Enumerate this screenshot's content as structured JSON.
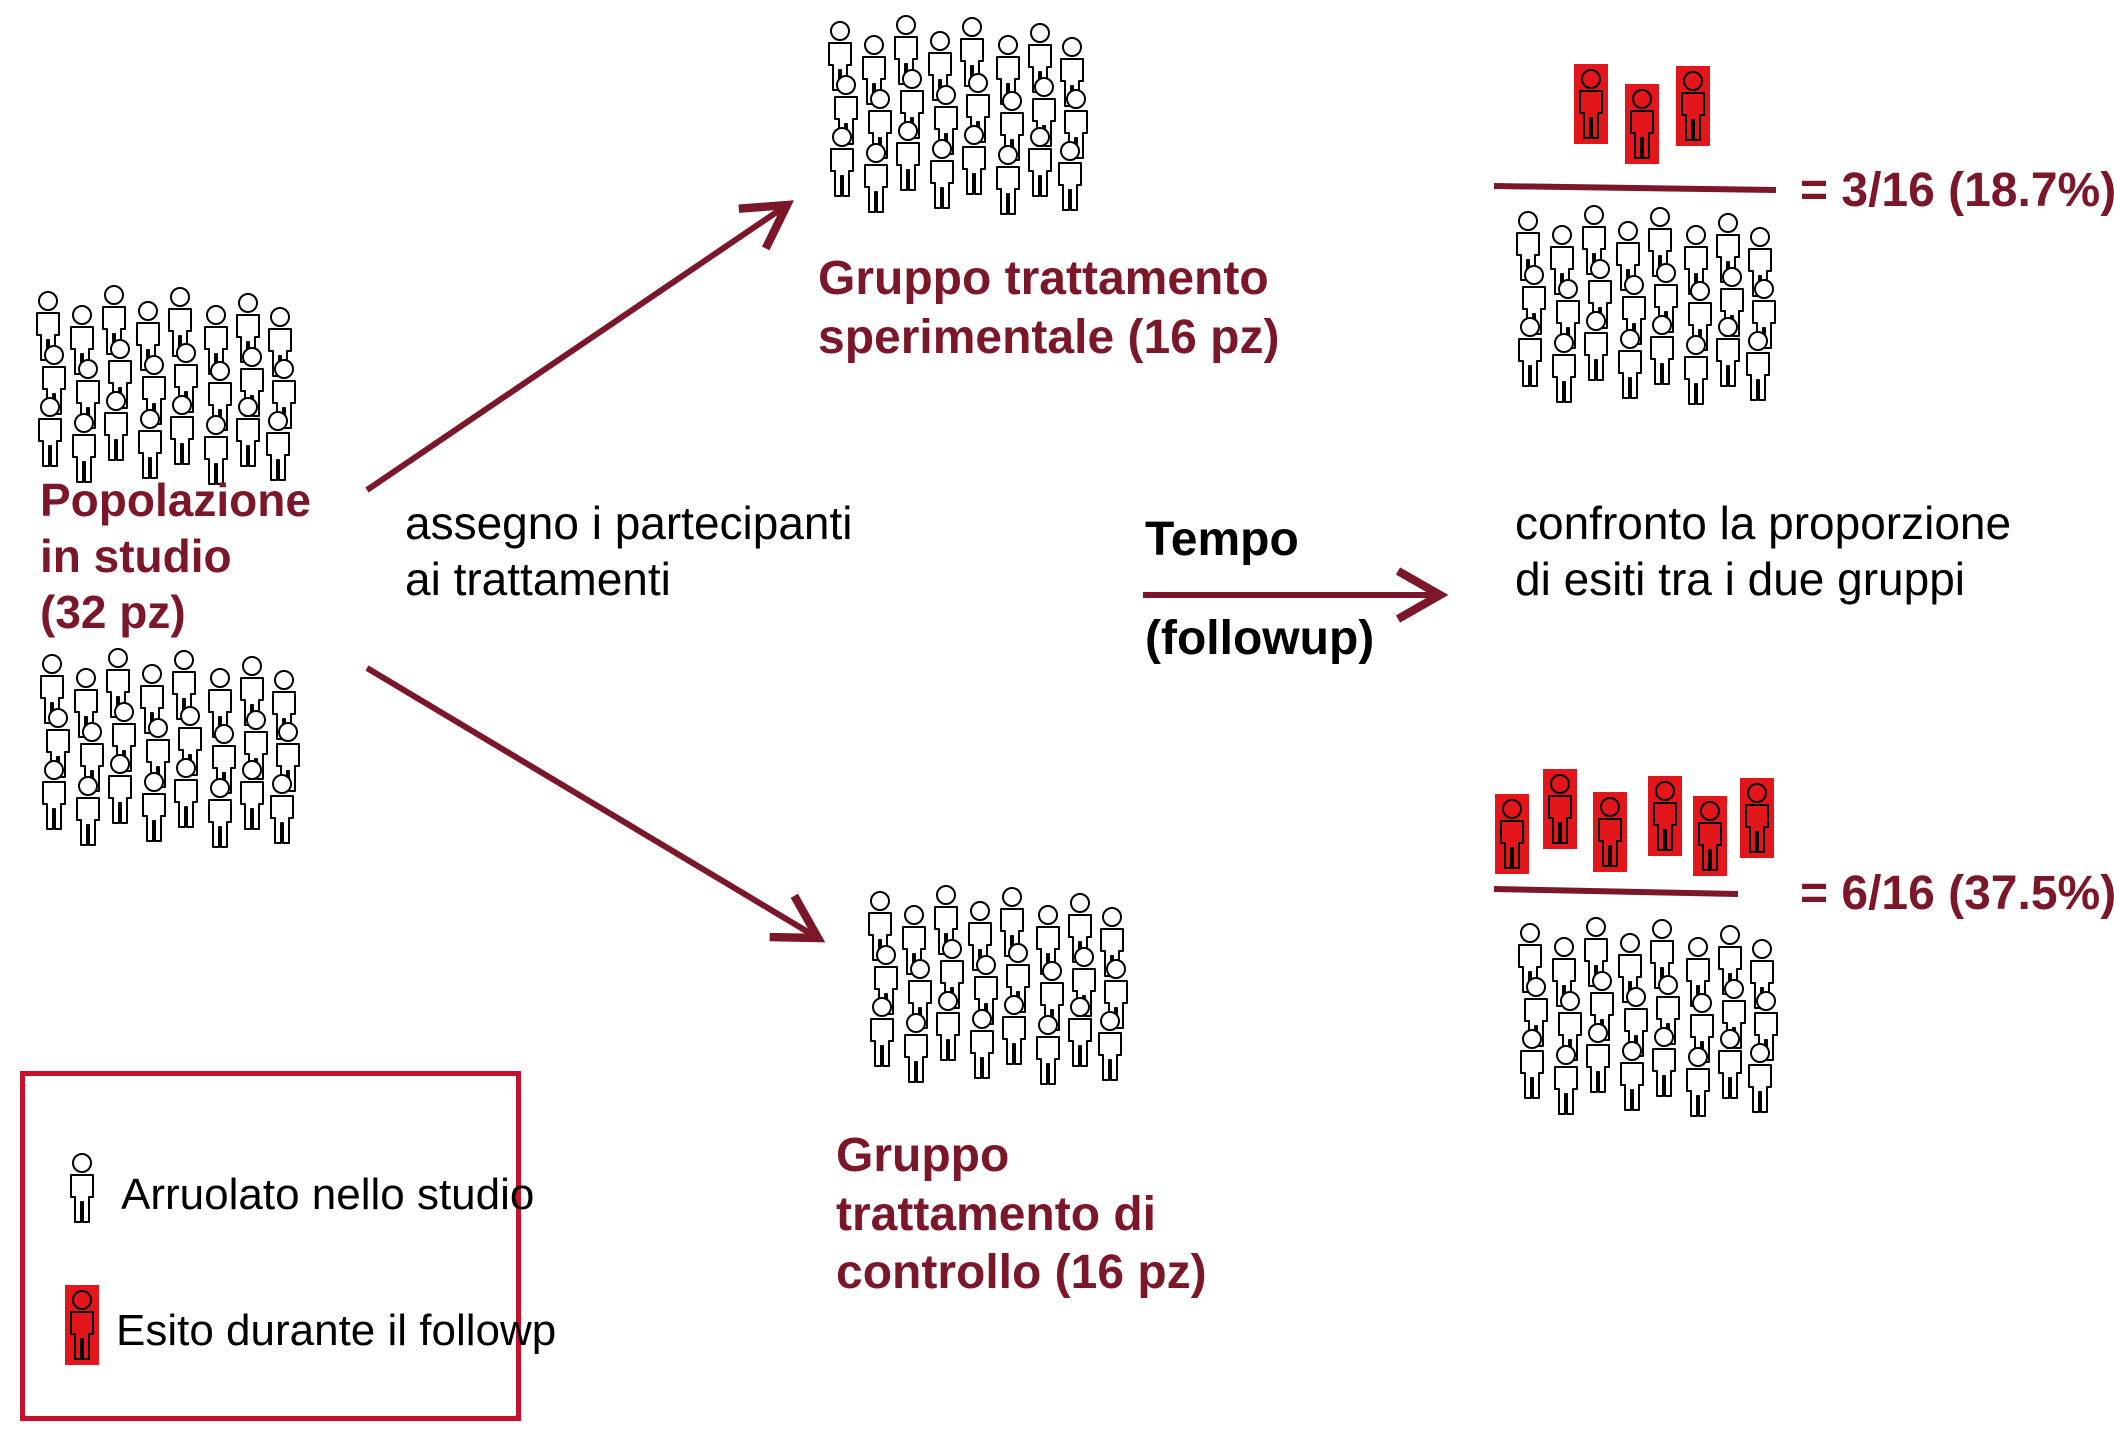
{
  "colors": {
    "maroon": "#7b1728",
    "outcome_red": "#e3161b",
    "legend_border": "#c8102e"
  },
  "icons": {
    "enrolled": "person-outline-icon",
    "outcome": "person-red-icon"
  },
  "population": {
    "label_lines": [
      "Popolazione",
      "in studio",
      "(32 pz)"
    ]
  },
  "assign": {
    "lines": [
      "assegno i partecipanti",
      "ai trattamenti"
    ]
  },
  "experimental_group": {
    "lines": [
      "Gruppo trattamento",
      "sperimentale (16 pz)"
    ],
    "result": "= 3/16 (18.7%)",
    "outcome_count": 3,
    "total": 16
  },
  "control_group": {
    "lines": [
      "Gruppo",
      "trattamento di",
      "controllo (16 pz)"
    ],
    "result": "= 6/16 (37.5%)",
    "outcome_count": 6,
    "total": 16
  },
  "time": {
    "title": "Tempo",
    "subtitle": "(followup)"
  },
  "compare": {
    "lines": [
      "confronto la proporzione",
      "di esiti tra i due gruppi"
    ]
  },
  "legend": {
    "enrolled_label": "Arruolato nello studio",
    "outcome_label": "Esito durante il followp"
  }
}
